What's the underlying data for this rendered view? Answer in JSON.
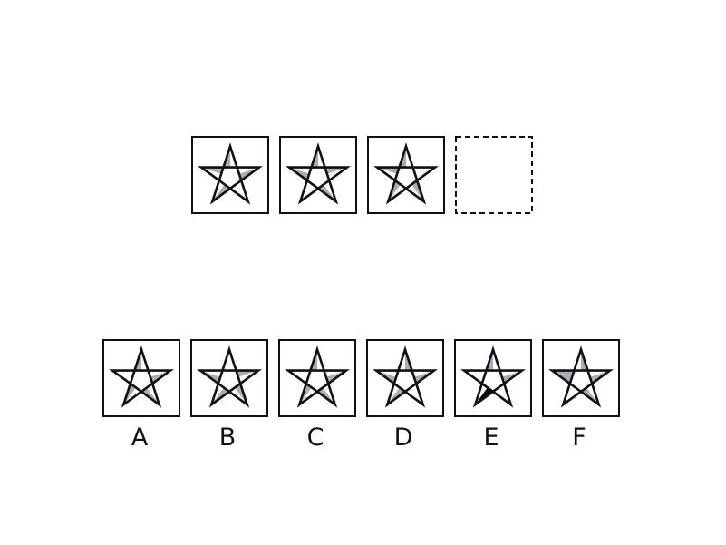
{
  "palette": {
    "stroke": "#111111",
    "shade": "#b3a8ba",
    "black": "#000000",
    "background": "#ffffff"
  },
  "puzzle": {
    "sequence": [
      {
        "shaded": [
          0,
          3,
          6,
          9
        ]
      },
      {
        "shaded": [
          0,
          2,
          5,
          8
        ]
      },
      {
        "shaded": [
          0,
          4,
          7,
          9
        ]
      },
      {
        "placeholder": true
      }
    ],
    "options": [
      {
        "label": "A",
        "shaded": [
          0,
          3,
          5,
          7
        ]
      },
      {
        "label": "B",
        "shaded": [
          2,
          4,
          6,
          8
        ]
      },
      {
        "label": "C",
        "shaded": [
          0,
          3,
          5,
          7
        ]
      },
      {
        "label": "D",
        "shaded": [
          1,
          3,
          6,
          8
        ]
      },
      {
        "label": "E",
        "shaded": [
          0,
          3
        ],
        "black": [
          6
        ]
      },
      {
        "label": "F",
        "shaded": [
          1,
          3,
          5,
          8,
          9
        ]
      }
    ]
  }
}
